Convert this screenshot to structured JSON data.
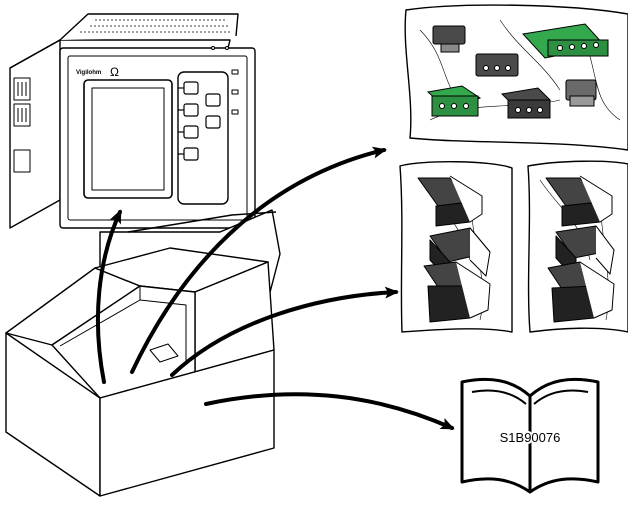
{
  "meter": {
    "brand_text": "Vigilohm",
    "symbol_text": "Ω"
  },
  "manual": {
    "doc_code": "S1B90076"
  },
  "colors": {
    "line": "#000000",
    "connector_green": "#33a84c",
    "connector_dark": "#4a4a4a",
    "bag_fill": "#ffffff"
  },
  "icons": {
    "meter": "power-meter-icon",
    "connectors": "connector-bag-icon",
    "clips": "mounting-clip-bag-icon",
    "manual": "open-book-icon",
    "box": "shipping-box-icon"
  }
}
